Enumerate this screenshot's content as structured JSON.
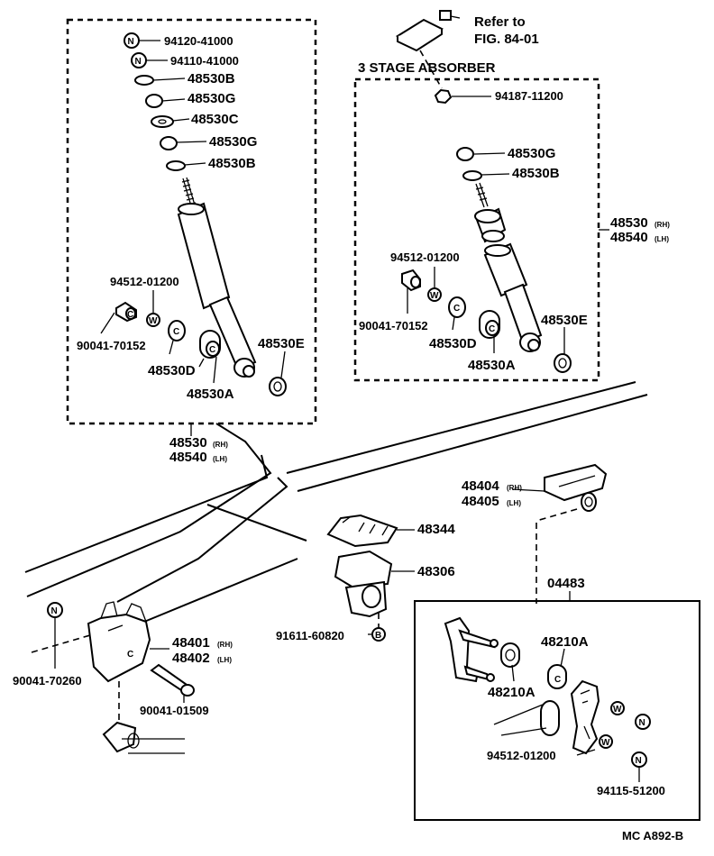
{
  "left_group": {
    "labels": {
      "n1": "94120-41000",
      "n2": "94110-41000",
      "b1": "48530B",
      "g1": "48530G",
      "c1": "48530C",
      "g2": "48530G",
      "b2": "48530B",
      "bush": "94512-01200",
      "collar": "90041-70152",
      "d": "48530D",
      "a": "48530A",
      "e": "48530E"
    },
    "assembly_rh": "48530",
    "assembly_lh": "48540",
    "suffix_rh": "(RH)",
    "suffix_lh": "(LH)"
  },
  "right_group": {
    "title": "3 STAGE ABSORBER",
    "refer_line1": "Refer to",
    "refer_line2": "FIG. 84-01",
    "labels": {
      "n": "94187-11200",
      "g": "48530G",
      "b": "48530B",
      "bush": "94512-01200",
      "collar": "90041-70152",
      "d": "48530D",
      "a": "48530A",
      "e": "48530E"
    },
    "assembly_rh": "48530",
    "assembly_lh": "48540",
    "suffix_rh": "(RH)",
    "suffix_lh": "(LH)"
  },
  "lower": {
    "bracket_top_rh": "48404",
    "bracket_top_lh": "48405",
    "suffix_rh": "(RH)",
    "suffix_lh": "(LH)",
    "pad": "48344",
    "bumper": "48306",
    "bolt_b": "91611-60820",
    "bracket_rh": "48401",
    "bracket_lh": "48402",
    "nut": "90041-70260",
    "bolt": "90041-01509",
    "shackle_kit": "04483",
    "shackle_a1": "48210A",
    "shackle_a2": "48210A",
    "shackle_bush": "94512-01200",
    "shackle_nut": "94115-51200"
  },
  "badges": {
    "n": "N",
    "w": "W",
    "b": "B",
    "c": "C"
  },
  "footer": "MC A892-B"
}
